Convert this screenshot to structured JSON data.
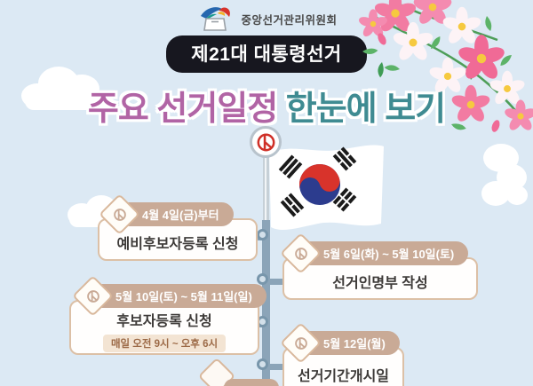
{
  "header": {
    "org": "중앙선거관리위원회",
    "badge": "제21대 대통령선거",
    "title1": "주요 선거일정",
    "title2": "한눈에 보기"
  },
  "timeline": {
    "items": [
      {
        "side": "left",
        "date": "4월 4일(금)부터",
        "title": "예비후보자등록 신청"
      },
      {
        "side": "right",
        "date": "5월 6일(화) ~ 5월 10일(토)",
        "title": "선거인명부 작성"
      },
      {
        "side": "left",
        "date": "5월 10일(토) ~ 5월 11일(일)",
        "title": "후보자등록 신청",
        "note": "매일 오전 9시 ~ 오후 6시"
      },
      {
        "side": "right",
        "date": "5월 12일(월)",
        "title": "선거기간개시일"
      }
    ]
  },
  "colors": {
    "background": "#dce9f4",
    "badge_bg": "#17171f",
    "title_pink": "#b164a5",
    "title_teal": "#3f8b92",
    "card_header_tan": "#c9aa96",
    "card_border": "#dcc0a6",
    "timeline_pole": "#8ba4b8",
    "flag_red": "#d8332b",
    "flag_blue": "#2c3c8e",
    "stamp_red": "#cf3028",
    "flower_pink": "#f27ba2"
  }
}
